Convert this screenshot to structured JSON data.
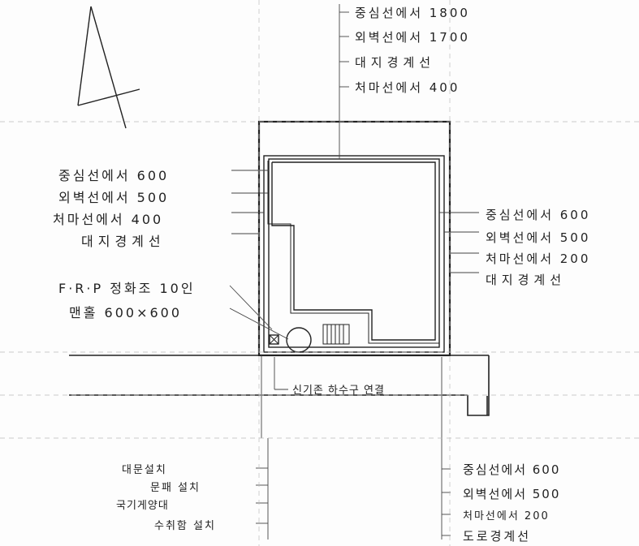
{
  "top_labels": [
    "중심선에서 1800",
    "외벽선에서 1700",
    "대지경계선",
    "처마선에서 400"
  ],
  "left_labels": [
    "중심선에서 600",
    "외벽선에서 500",
    "처마선에서 400",
    "대지경계선"
  ],
  "right_labels": [
    "중심선에서 600",
    "외벽선에서 500",
    "처마선에서 200",
    "대지경계선"
  ],
  "septic": {
    "line1": "F·R·P 정화조 10인",
    "line2": "맨홀 600×600"
  },
  "sewer_label": "신기존 하수구 연결",
  "bottom_left_labels": [
    "대문설치",
    "문패 설치",
    "국기게양대",
    "수취함 설치"
  ],
  "bottom_right_labels": [
    "중심선에서 600",
    "외벽선에서 500",
    "처마선에서 200",
    "도로경계선"
  ]
}
